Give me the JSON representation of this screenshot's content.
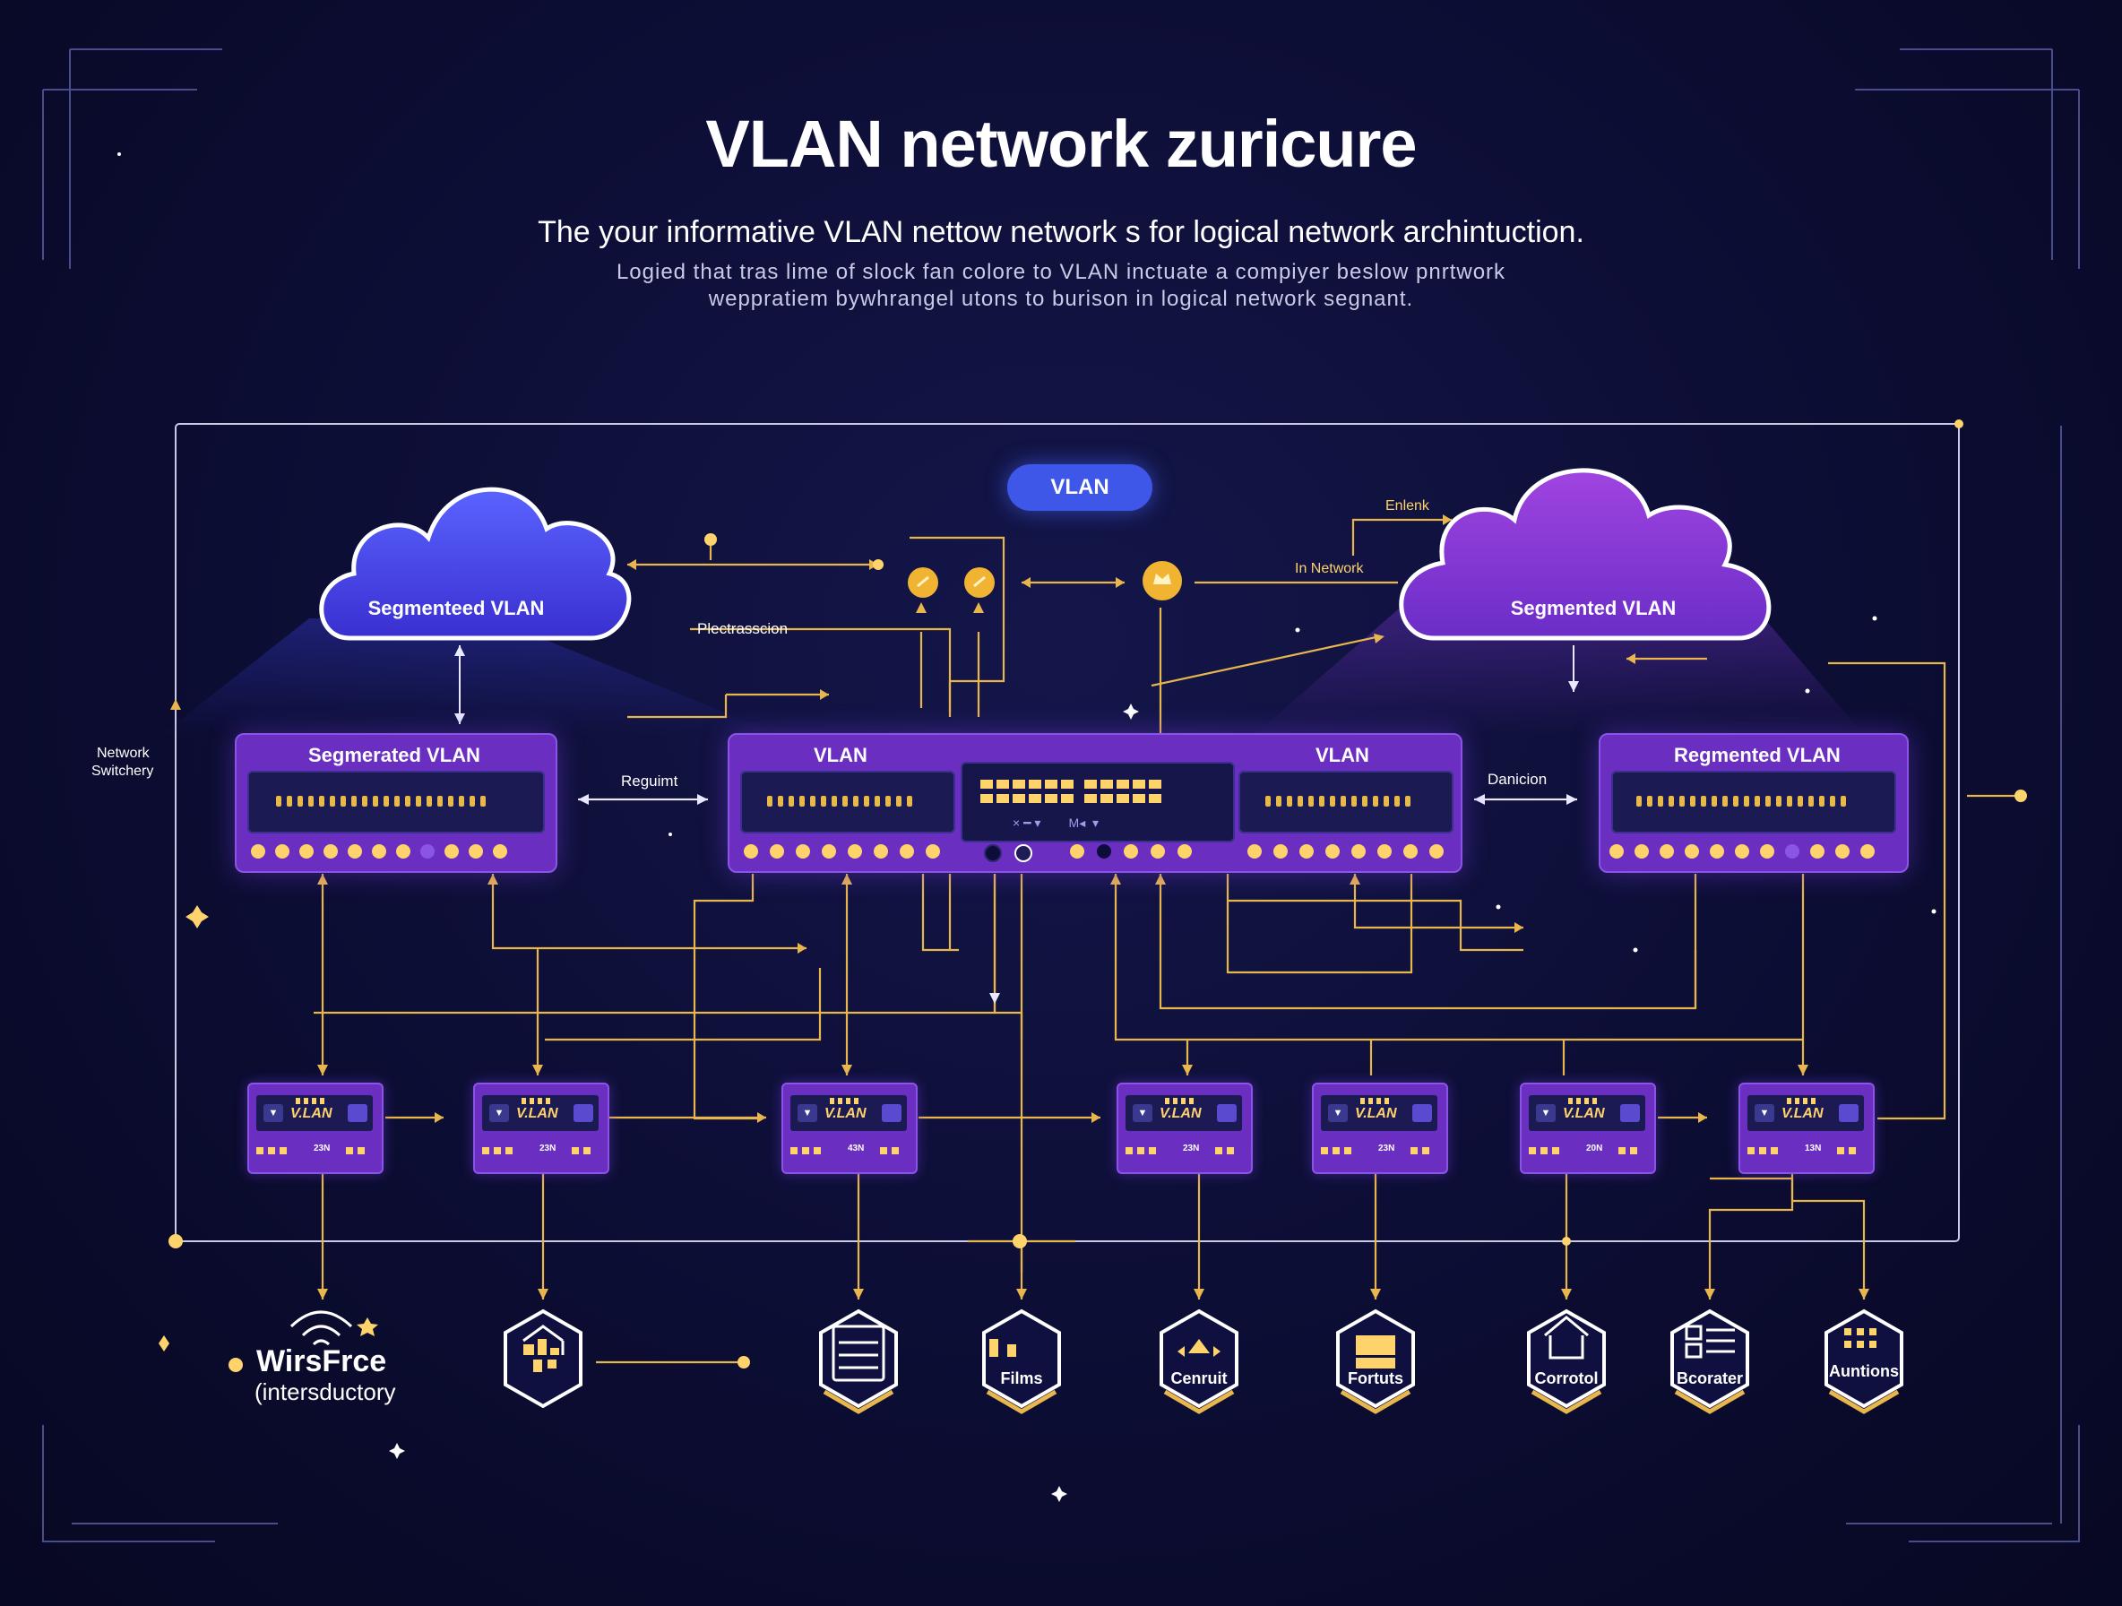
{
  "header": {
    "title": "VLAN network zuricure",
    "subtitle": "The your informative VLAN nettow network s for logical network archintuction.",
    "desc_line1": "Logied that tras lime of slock fan colore to VLAN inctuate a compiyer beslow pnrtwork",
    "desc_line2": "weppratiem bywhrangel utons to burison in logical network segnant."
  },
  "diagram": {
    "top_badge": "VLAN",
    "clouds": [
      {
        "label": "Segmenteed VLAN"
      },
      {
        "label": "Segmented VLAN"
      }
    ],
    "switches": {
      "left": "Segmerated VLAN",
      "center_left": "VLAN",
      "center_right": "VLAN",
      "right": "Regmented VLAN"
    },
    "center_panel_text": "× ━ ▾        M◂  ▾",
    "edge_labels": {
      "network_switchery_1": "Network",
      "network_switchery_2": "Switchery",
      "requimt": "Reguimt",
      "pletrasscion": "Plectrasscion",
      "danicion": "Danicion",
      "enlenk": "Enlenk",
      "in_network": "In Network"
    },
    "access_switches": [
      {
        "label": "V.LAN",
        "num": "23N",
        "btn": "▼"
      },
      {
        "label": "V.LAN",
        "num": "23N",
        "btn": "▼"
      },
      {
        "label": "V.LAN",
        "num": "43N",
        "btn": "▼"
      },
      {
        "label": "V.LAN",
        "num": "23N",
        "btn": "▼"
      },
      {
        "label": "V.LAN",
        "num": "23N",
        "btn": "▼"
      },
      {
        "label": "V.LAN",
        "num": "20N",
        "btn": "▼"
      },
      {
        "label": "V.LAN",
        "num": "13N",
        "btn": "▼"
      }
    ],
    "endpoints": {
      "wirsfrce": "WirsFrce",
      "wirsfrce_sub": "(intersductory",
      "films": "Films",
      "cenruit": "Cenruit",
      "fortuts": "Fortuts",
      "corrotol": "Corrotol",
      "bcorater": "Bcorater",
      "auntions": "Auntions"
    },
    "colors": {
      "background": "#0b0c2e",
      "switch": "#6a2fc0",
      "line": "#e8b64c",
      "accent": "#3f57e8"
    }
  }
}
